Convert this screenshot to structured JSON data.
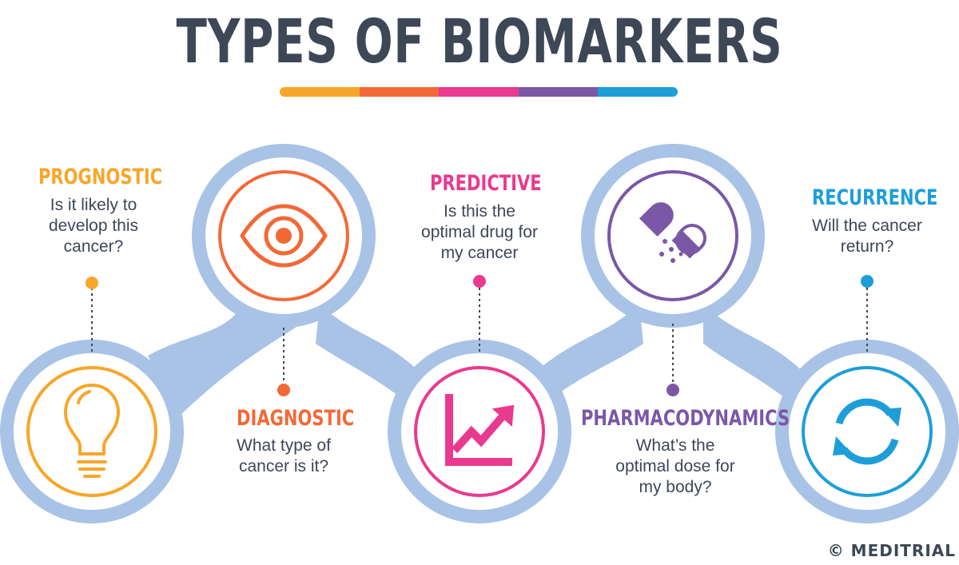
{
  "title": "TYPES OF BIOMARKERS",
  "title_bar_colors": [
    "#f8a629",
    "#f26937",
    "#e93a8f",
    "#7b58a6",
    "#1e9ed9"
  ],
  "colors": {
    "ring": "#a9c3e6",
    "connector": "#a9c3e6",
    "text": "#3d4756"
  },
  "biomarkers": [
    {
      "id": "prognostic",
      "label": "PROGNOSTIC",
      "description": "Is it likely to\ndevelop this\ncancer?",
      "color": "#f8a629",
      "icon": "lightbulb-icon"
    },
    {
      "id": "diagnostic",
      "label": "DIAGNOSTIC",
      "description": "What type of\ncancer is it?",
      "color": "#f26937",
      "icon": "eye-icon"
    },
    {
      "id": "predictive",
      "label": "PREDICTIVE",
      "description": "Is this the\noptimal drug for\nmy cancer",
      "color": "#e93a8f",
      "icon": "trend-chart-icon"
    },
    {
      "id": "pharmacodynamics",
      "label": "PHARMACODYNAMICS",
      "description": "What’s the\noptimal dose for\nmy body?",
      "color": "#7b58a6",
      "icon": "capsule-icon"
    },
    {
      "id": "recurrence",
      "label": "RECURRENCE",
      "description": "Will the cancer\nreturn?",
      "color": "#1e9ed9",
      "icon": "refresh-icon"
    }
  ],
  "copyright": "© MEDITRIAL"
}
